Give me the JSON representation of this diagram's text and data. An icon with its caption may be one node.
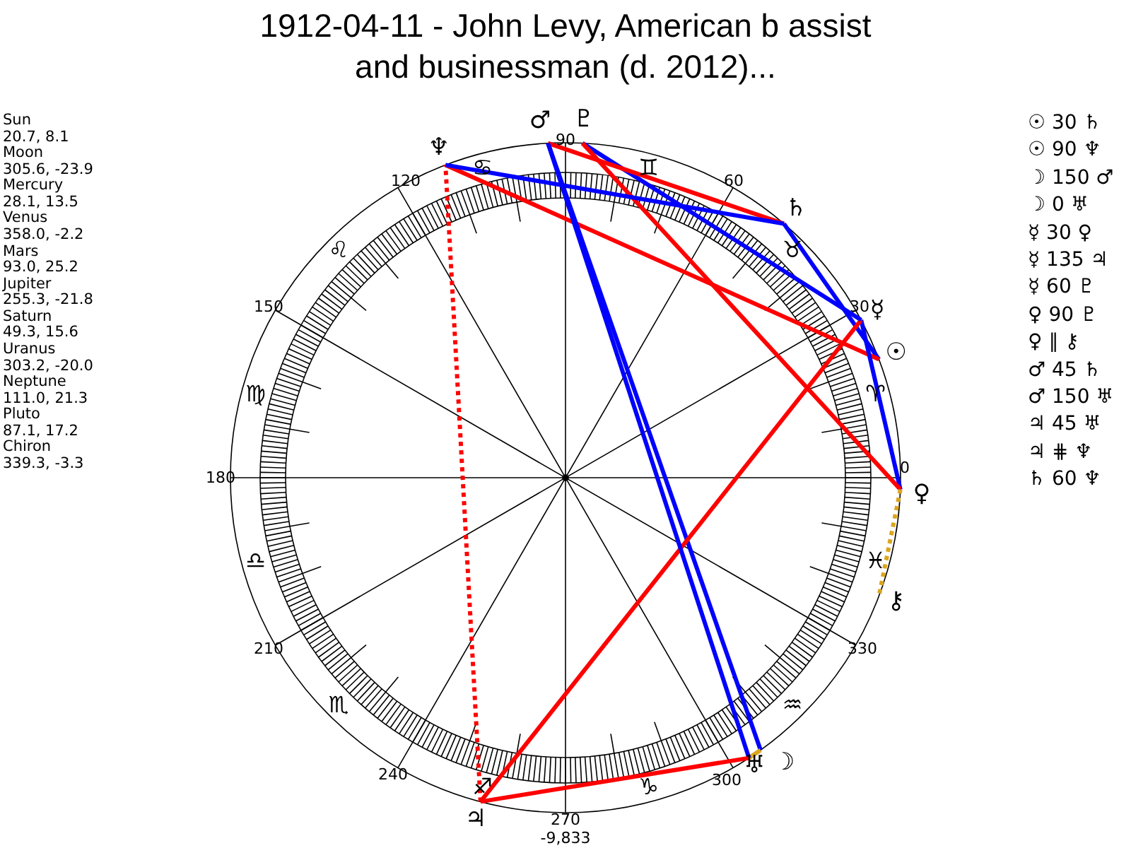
{
  "diagram": {
    "title": "1912-04-11 - John Levy, American b assist and businessman (d. 2012)...",
    "nodes": [
      {
        "text": [
          "☉"
        ]
      },
      {
        "text": [
          "☽"
        ]
      },
      {
        "text": [
          "☿"
        ]
      },
      {
        "text": [
          "♀"
        ]
      },
      {
        "text": [
          "♂"
        ]
      },
      {
        "text": [
          "♃"
        ]
      },
      {
        "text": [
          "♄"
        ]
      },
      {
        "text": [
          "♅"
        ]
      },
      {
        "text": [
          "♆"
        ]
      },
      {
        "text": [
          "♇"
        ]
      },
      {
        "text": [
          "⚷"
        ]
      }
    ],
    "edges": [
      {
        "from": 0,
        "to": 6,
        "arrow": "none",
        "color": "#0000ff"
      },
      {
        "from": 0,
        "to": 8,
        "arrow": "none",
        "color": "#ff0000"
      },
      {
        "from": 1,
        "to": 4,
        "arrow": "none",
        "color": "#0000ff"
      },
      {
        "from": 1,
        "to": 7,
        "arrow": "none",
        "color": "#daa520"
      },
      {
        "from": 2,
        "to": 3,
        "arrow": "none",
        "color": "#0000ff"
      },
      {
        "from": 2,
        "to": 5,
        "arrow": "none",
        "color": "#ff0000"
      },
      {
        "from": 2,
        "to": 9,
        "arrow": "none",
        "color": "#0000ff"
      },
      {
        "from": 3,
        "to": 9,
        "arrow": "none",
        "color": "#ff0000"
      },
      {
        "from": 3,
        "to": 10,
        "arrow": "none",
        "style": "dashed",
        "color": "#daa520"
      },
      {
        "from": 4,
        "to": 6,
        "arrow": "none",
        "color": "#ff0000"
      },
      {
        "from": 4,
        "to": 7,
        "arrow": "none",
        "color": "#0000ff"
      },
      {
        "from": 5,
        "to": 7,
        "arrow": "none",
        "color": "#ff0000"
      },
      {
        "from": 5,
        "to": 8,
        "arrow": "none",
        "style": "dashed",
        "color": "#ff0000"
      },
      {
        "from": 6,
        "to": 8,
        "arrow": "none",
        "color": "#0000ff"
      }
    ],
    "labels": [
      "Sun",
      "20.7, 8.1",
      "Moon",
      "305.6, -23.9",
      "Mercury",
      "28.1, 13.5",
      "Venus",
      "358.0, -2.2",
      "Mars",
      "93.0, 25.2",
      "Jupiter",
      "255.3, -21.8",
      "Saturn",
      "49.3, 15.6",
      "Uranus",
      "303.2, -20.0",
      "Neptune",
      "111.0, 21.3",
      "Pluto",
      "87.1, 17.2",
      "Chiron",
      "339.3, -3.3",
      "♈",
      "♉",
      "♊",
      "♋",
      "♌",
      "♍",
      "♎",
      "♏",
      "♐",
      "♑",
      "♒",
      "♓",
      "90",
      "60",
      "120",
      "30",
      "150",
      "180",
      "0",
      "330",
      "210",
      "300",
      "240",
      "270",
      "-9,833",
      "☉ 30 ♄",
      "☉ 90 ♆",
      "☽ 150 ♂",
      "☽ 0 ♅",
      "☿ 30 ♀",
      "☿ 135 ♃",
      "☿ 60 ♇",
      "♀ 90 ♇",
      "♀ ∥ ⚷",
      "♂ 45 ♄",
      "♂ 150 ♅",
      "♃ 45 ♅",
      "♃ ⋕ ♆",
      "♄ 60 ♆"
    ]
  }
}
